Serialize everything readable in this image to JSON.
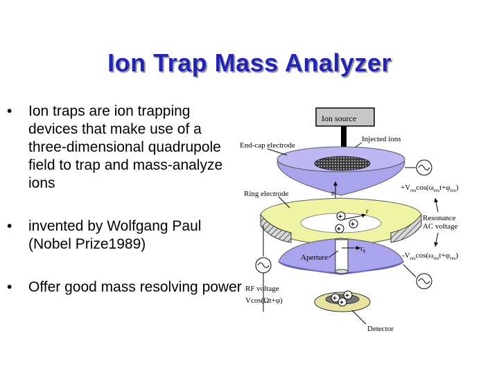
{
  "slide": {
    "title": "Ion Trap Mass Analyzer",
    "bullets": [
      "Ion traps are ion trapping devices that make use of a three-dimensional quadrupole field to trap and mass-analyze ions",
      "invented by Wolfgang Paul (Nobel Prize1989)",
      "Offer good mass resolving power"
    ]
  },
  "diagram": {
    "labels": {
      "ion_source": "Ion source",
      "injected_ions": "Injected ions",
      "end_cap_electrode": "End-cap electrode",
      "ring_electrode": "Ring electrode",
      "z": "z",
      "r": "r",
      "r0": "r",
      "r0_sub": "0",
      "aperture": "Aperture",
      "resonance_line1": "Resonance",
      "resonance_line2": "AC voltage",
      "plus_v_prefix": "+V",
      "plus_v_suffix": "cos(ω",
      "plus_v_tail": "t+φ",
      "minus_v_prefix": "-V",
      "minus_v_suffix": "cos(ω",
      "minus_v_tail": "t+φ",
      "res_sub": "res",
      "rf_voltage": "RF voltage",
      "rf_formula": "Vcos(Ωt+φ)",
      "detector": "Detector"
    },
    "colors": {
      "end_cap": "#a9a4ec",
      "end_cap_dark": "#6b66c8",
      "ring": "#eef4a4",
      "ring_dark": "#c7d36a",
      "detector": "#e8e2a0",
      "ion_source_box": "#c8c8c8"
    }
  }
}
